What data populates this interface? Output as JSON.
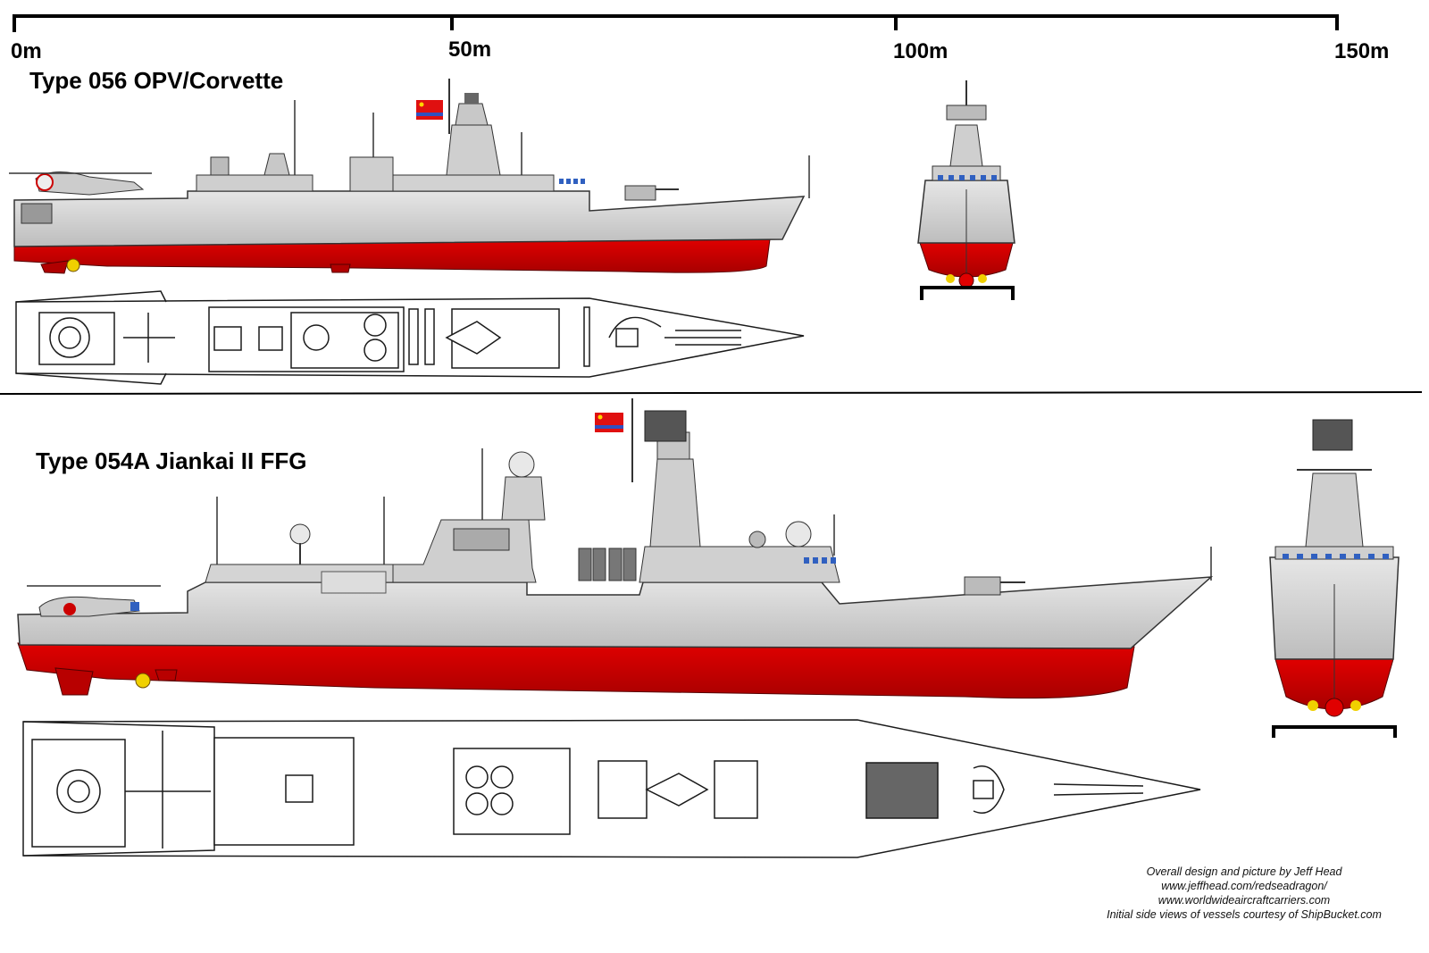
{
  "scale": {
    "labels": [
      "0m",
      "50m",
      "100m",
      "150m"
    ]
  },
  "ships": [
    {
      "title": "Type 056 OPV/Corvette"
    },
    {
      "title": "Type 054A Jiankai II FFG"
    }
  ],
  "credits": [
    "Overall design and picture by Jeff Head",
    "www.jeffhead.com/redseadragon/",
    "www.worldwideaircraftcarriers.com",
    "Initial side views of vessels courtesy of ShipBucket.com"
  ],
  "colors": {
    "hull_grey": "#d9d9d9",
    "superstructure_grey": "#c8c8c8",
    "hull_red": "#d40000",
    "outline": "#1a1a1a",
    "flag_red": "#e01010",
    "flag_star": "#ffd400"
  }
}
